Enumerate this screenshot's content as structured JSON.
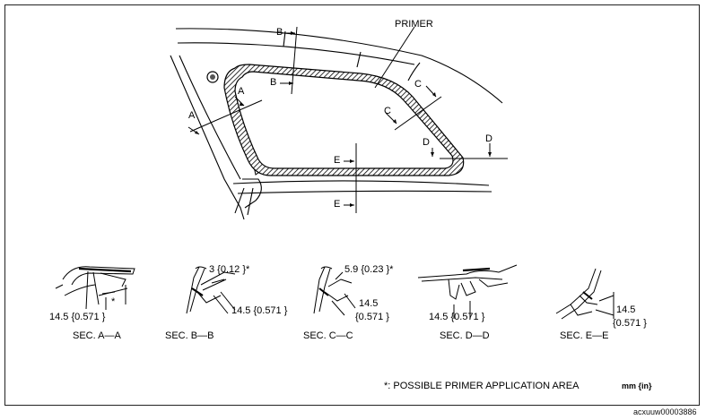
{
  "figure": {
    "primer_label": "PRIMER",
    "section_letters": {
      "a": "A",
      "b": "B",
      "c": "C",
      "d": "D",
      "e": "E"
    },
    "sections": [
      {
        "caption": "SEC. A—A",
        "dims": [
          "14.5 {0.571 }"
        ],
        "mark": "*"
      },
      {
        "caption": "SEC. B—B",
        "dims": [
          "3 {0.12 }*",
          "14.5 {0.571 }"
        ]
      },
      {
        "caption": "SEC. C—C",
        "dims": [
          "5.9 {0.23 }*",
          "14.5",
          "{0.571 }"
        ]
      },
      {
        "caption": "SEC. D—D",
        "dims": [
          "14.5 {0.571 }"
        ]
      },
      {
        "caption": "SEC. E—E",
        "dims": [
          "14.5",
          "{0.571 }"
        ]
      }
    ],
    "footnote": "*: POSSIBLE PRIMER APPLICATION AREA",
    "units": "mm {in}",
    "image_code": "acxuuw00003886"
  }
}
